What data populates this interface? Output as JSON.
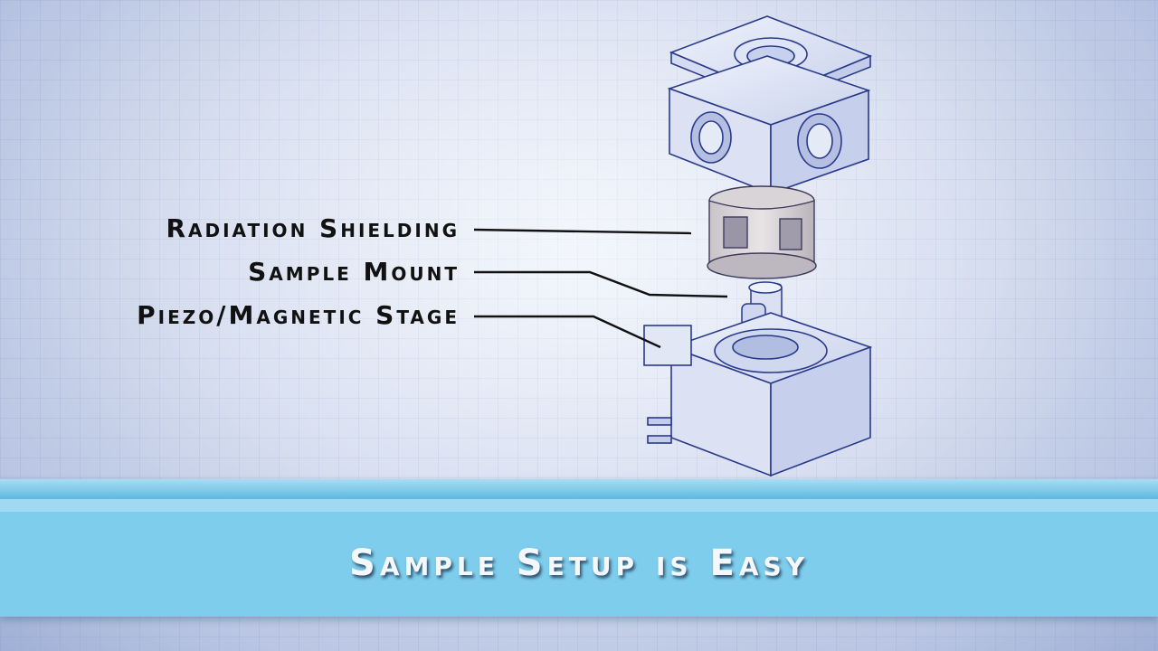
{
  "labels": {
    "radiation_shielding": "Radiation Shielding",
    "sample_mount": "Sample mount",
    "piezo_stage": "Piezo/Magnetic stage"
  },
  "banner": {
    "title": "Sample Setup is Easy"
  },
  "colors": {
    "linework": "#2a3a8a",
    "banner": "#7ecdec",
    "background": "#d3dbee"
  }
}
